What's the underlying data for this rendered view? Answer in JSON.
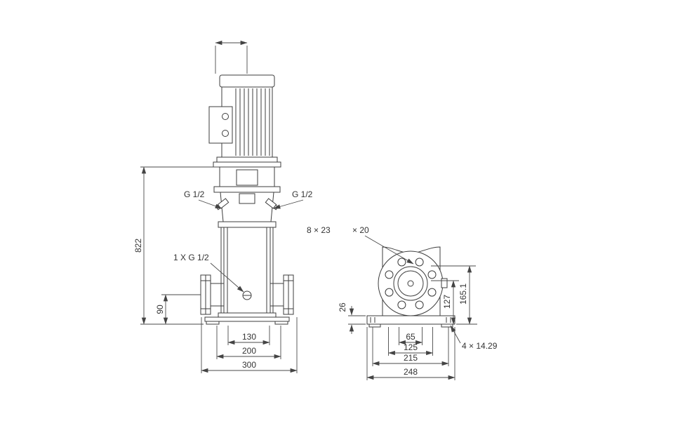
{
  "colors": {
    "line": "#3d3d3d",
    "dimension_line": "#4a4a4a",
    "text": "#333333",
    "background": "#ffffff"
  },
  "front_view": {
    "dims": {
      "total_height": "822",
      "port_center_height": "90",
      "bolt_span": "130",
      "base_width": "200",
      "port_to_port": "300"
    },
    "labels": {
      "left_port": "G 1/2",
      "right_port": "G 1/2",
      "drain_port": "1 X G 1/2"
    }
  },
  "side_view": {
    "dims": {
      "base_plate_thickness": "26",
      "port_center_height": "127",
      "flange_top_height": "165.1",
      "hole_span_65": "65",
      "hole_span_125": "125",
      "hole_span_215": "215",
      "base_length": "248"
    },
    "labels": {
      "slot_spec_left": "8 × 23",
      "slot_spec_right": "× 20",
      "base_hole_spec": "4 × 14.29"
    }
  }
}
